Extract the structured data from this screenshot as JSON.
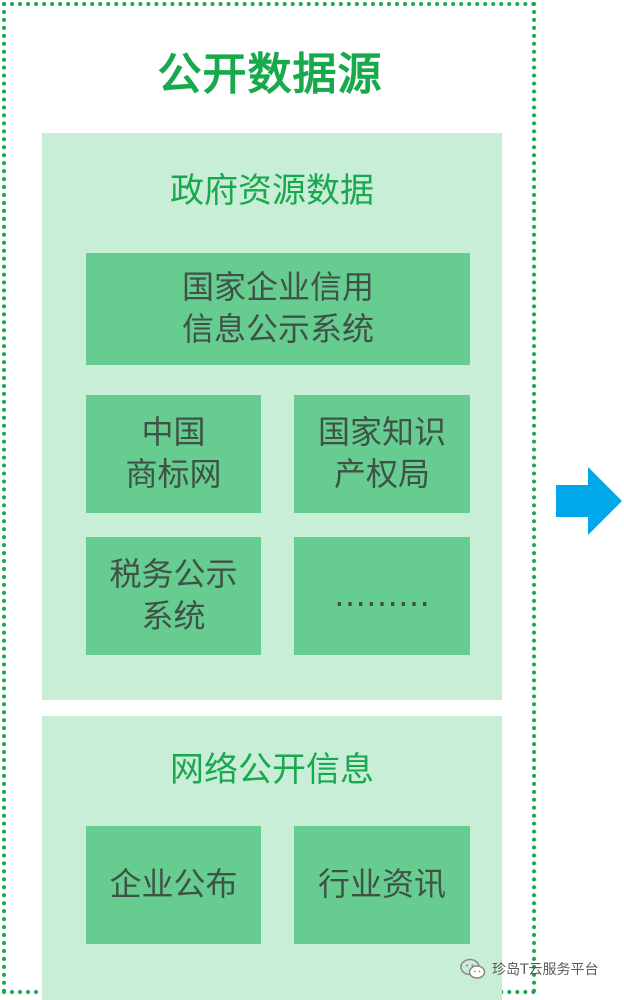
{
  "title": "公开数据源",
  "government": {
    "title": "政府资源数据",
    "items": [
      "国家企业信用\n信息公示系统",
      "中国\n商标网",
      "国家知识\n产权局",
      "税务公示\n系统",
      "………"
    ]
  },
  "network": {
    "title": "网络公开信息",
    "items": [
      "企业公布",
      "行业资讯"
    ]
  },
  "watermark": "珍岛T云服务平台",
  "colors": {
    "accent": "#1aa84f",
    "section_bg": "#c9eed8",
    "box_bg": "#66cc8f",
    "arrow": "#00a8ea"
  },
  "icons": {
    "arrow": "right-arrow-icon",
    "wechat": "wechat-icon"
  }
}
